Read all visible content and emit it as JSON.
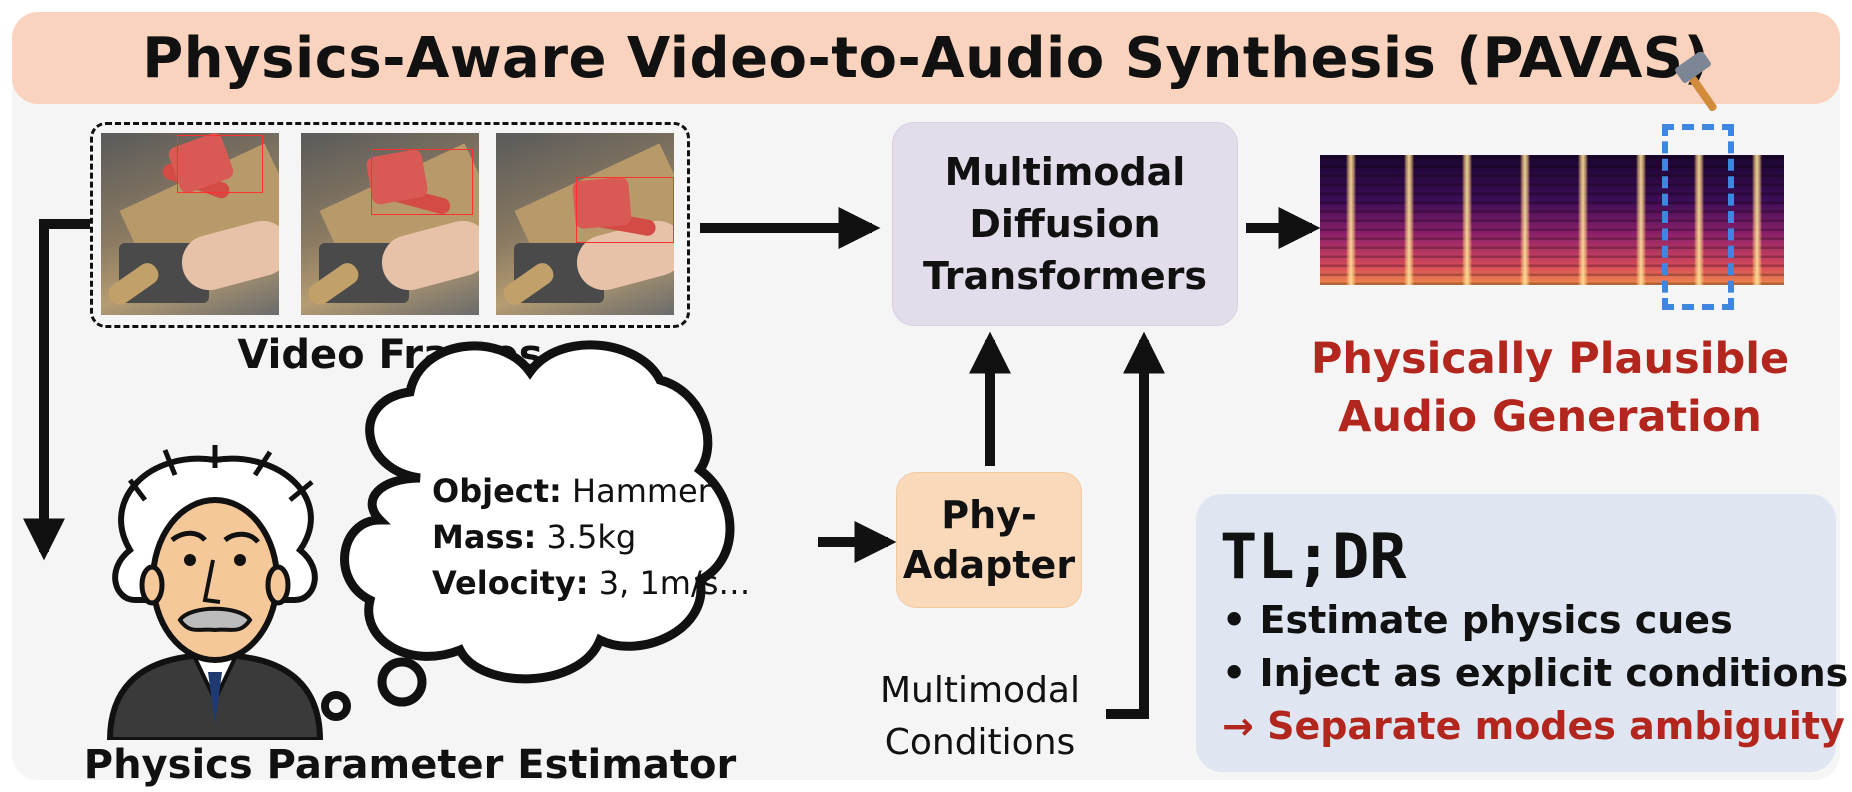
{
  "title": "Physics-Aware Video-to-Audio Synthesis (PAVAS)",
  "video_frames": {
    "label": "Video Frames",
    "count": 3
  },
  "multimodal_dit": {
    "label_lines": [
      "Multimodal",
      "Diffusion",
      "Transformers"
    ]
  },
  "phy_adapter": {
    "label_lines": [
      "Phy-",
      "Adapter"
    ]
  },
  "output": {
    "label_lines": [
      "Physically Plausible",
      "Audio Generation"
    ],
    "color": "#b3261e"
  },
  "physics_cloud": {
    "lines": [
      {
        "key": "Object:",
        "value": " Hammer"
      },
      {
        "key": "Mass:",
        "value": " 3.5kg"
      },
      {
        "key": "Velocity:",
        "value": " 3, 1m/s…"
      }
    ]
  },
  "estimator": {
    "label": "Physics Parameter Estimator"
  },
  "multimodal_conditions": {
    "label_lines": [
      "Multimodal",
      "Conditions"
    ]
  },
  "tldr": {
    "title": "TL;DR",
    "items": [
      "• Estimate physics cues",
      "• Inject as explicit conditions",
      "→ Separate modes ambiguity"
    ]
  },
  "icons": {
    "hammer": "hammer-icon",
    "estimator_avatar": "einstein-avatar-icon",
    "thought_cloud": "thought-cloud-icon"
  },
  "colors": {
    "title_bg": "#f9d3bd",
    "dit_bg": "#e3dcea",
    "adapter_bg": "#fad9bb",
    "tldr_bg": "#dfe6f1",
    "highlight": "#3f86e0"
  }
}
